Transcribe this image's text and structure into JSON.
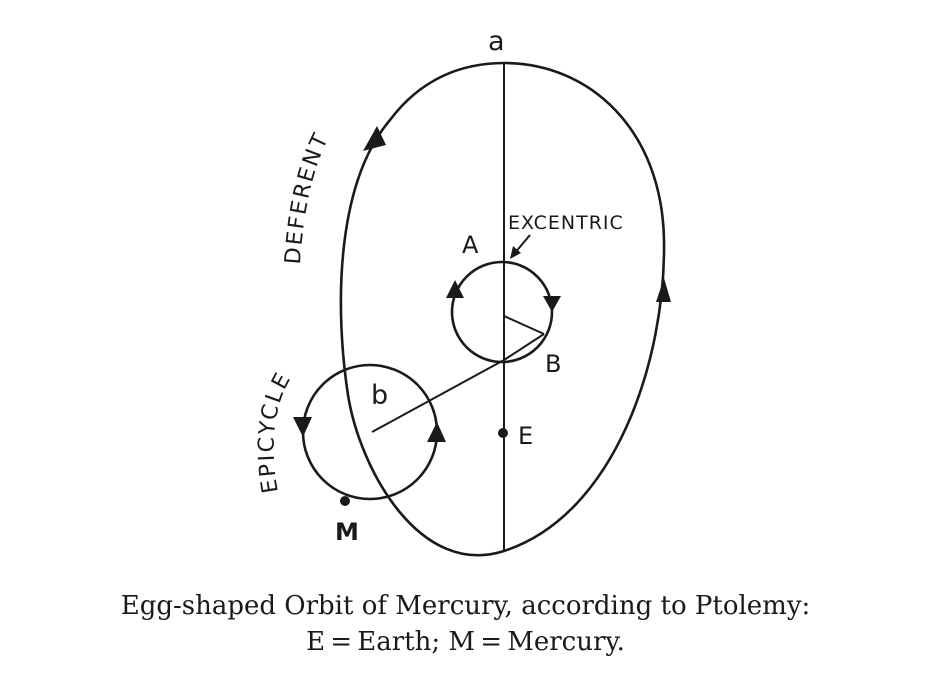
{
  "labels": {
    "a": "a",
    "A": "A",
    "B": "B",
    "b": "b",
    "E": "E",
    "M": "M",
    "excentric": "EXCENTRIC",
    "deferent": "DEFERENT",
    "epicycle": "EPICYCLE"
  },
  "caption": {
    "line1": "Egg-shaped Orbit of Mercury, according to Ptolemy:",
    "line2": "E = Earth; M = Mercury."
  },
  "colors": {
    "ink": "#1a1a1a",
    "background": "#ffffff"
  }
}
